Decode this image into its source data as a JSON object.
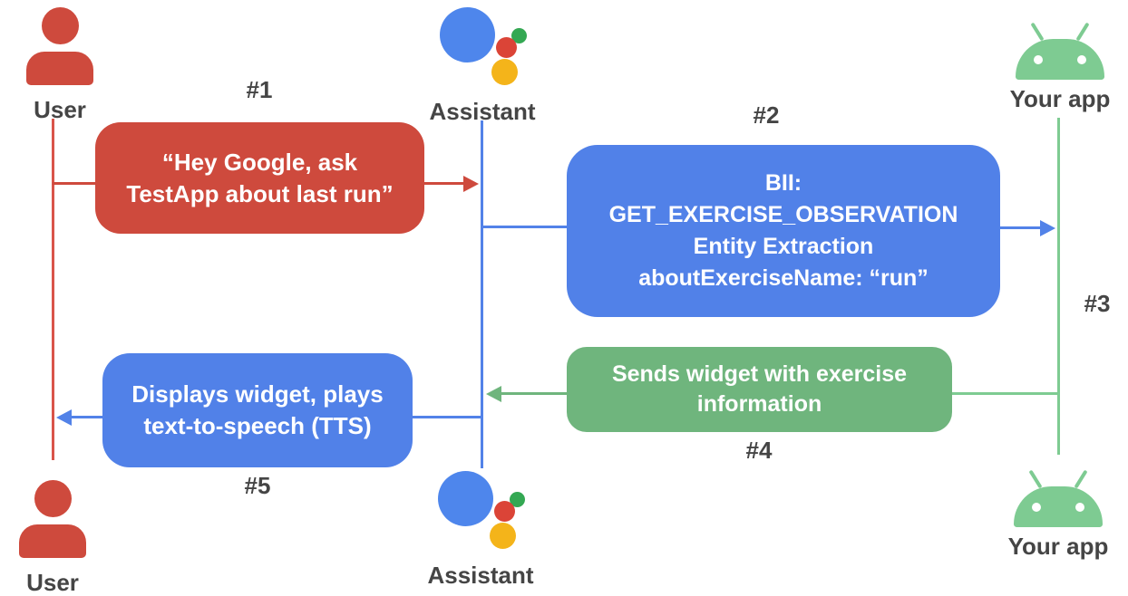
{
  "colors": {
    "message_red": "#ce4a3d",
    "message_blue": "#5181e8",
    "message_green": "#6fb57d",
    "android_green": "#7ecb92",
    "label_gray": "#454545",
    "assistant_blue": "#4e86ec",
    "assistant_red": "#db4437",
    "assistant_yellow": "#f4b41a",
    "assistant_green": "#34a853"
  },
  "actors": {
    "user_top": "User",
    "assistant_top": "Assistant",
    "yourapp_top": "Your app",
    "user_bottom": "User",
    "assistant_bottom": "Assistant",
    "yourapp_bottom": "Your app"
  },
  "messages": {
    "m1": {
      "label": "#1",
      "lines": [
        "“Hey Google, ask",
        "TestApp about last run”"
      ]
    },
    "m2": {
      "label": "#2",
      "lines": [
        "BII:",
        "GET_EXERCISE_OBSERVATION",
        "Entity Extraction",
        "aboutExerciseName: “run”"
      ]
    },
    "m3": {
      "label": "#3"
    },
    "m4": {
      "label": "#4",
      "lines": [
        "Sends widget with exercise",
        "information"
      ]
    },
    "m5": {
      "label": "#5",
      "lines": [
        "Displays widget, plays",
        "text-to-speech (TTS)"
      ]
    }
  }
}
